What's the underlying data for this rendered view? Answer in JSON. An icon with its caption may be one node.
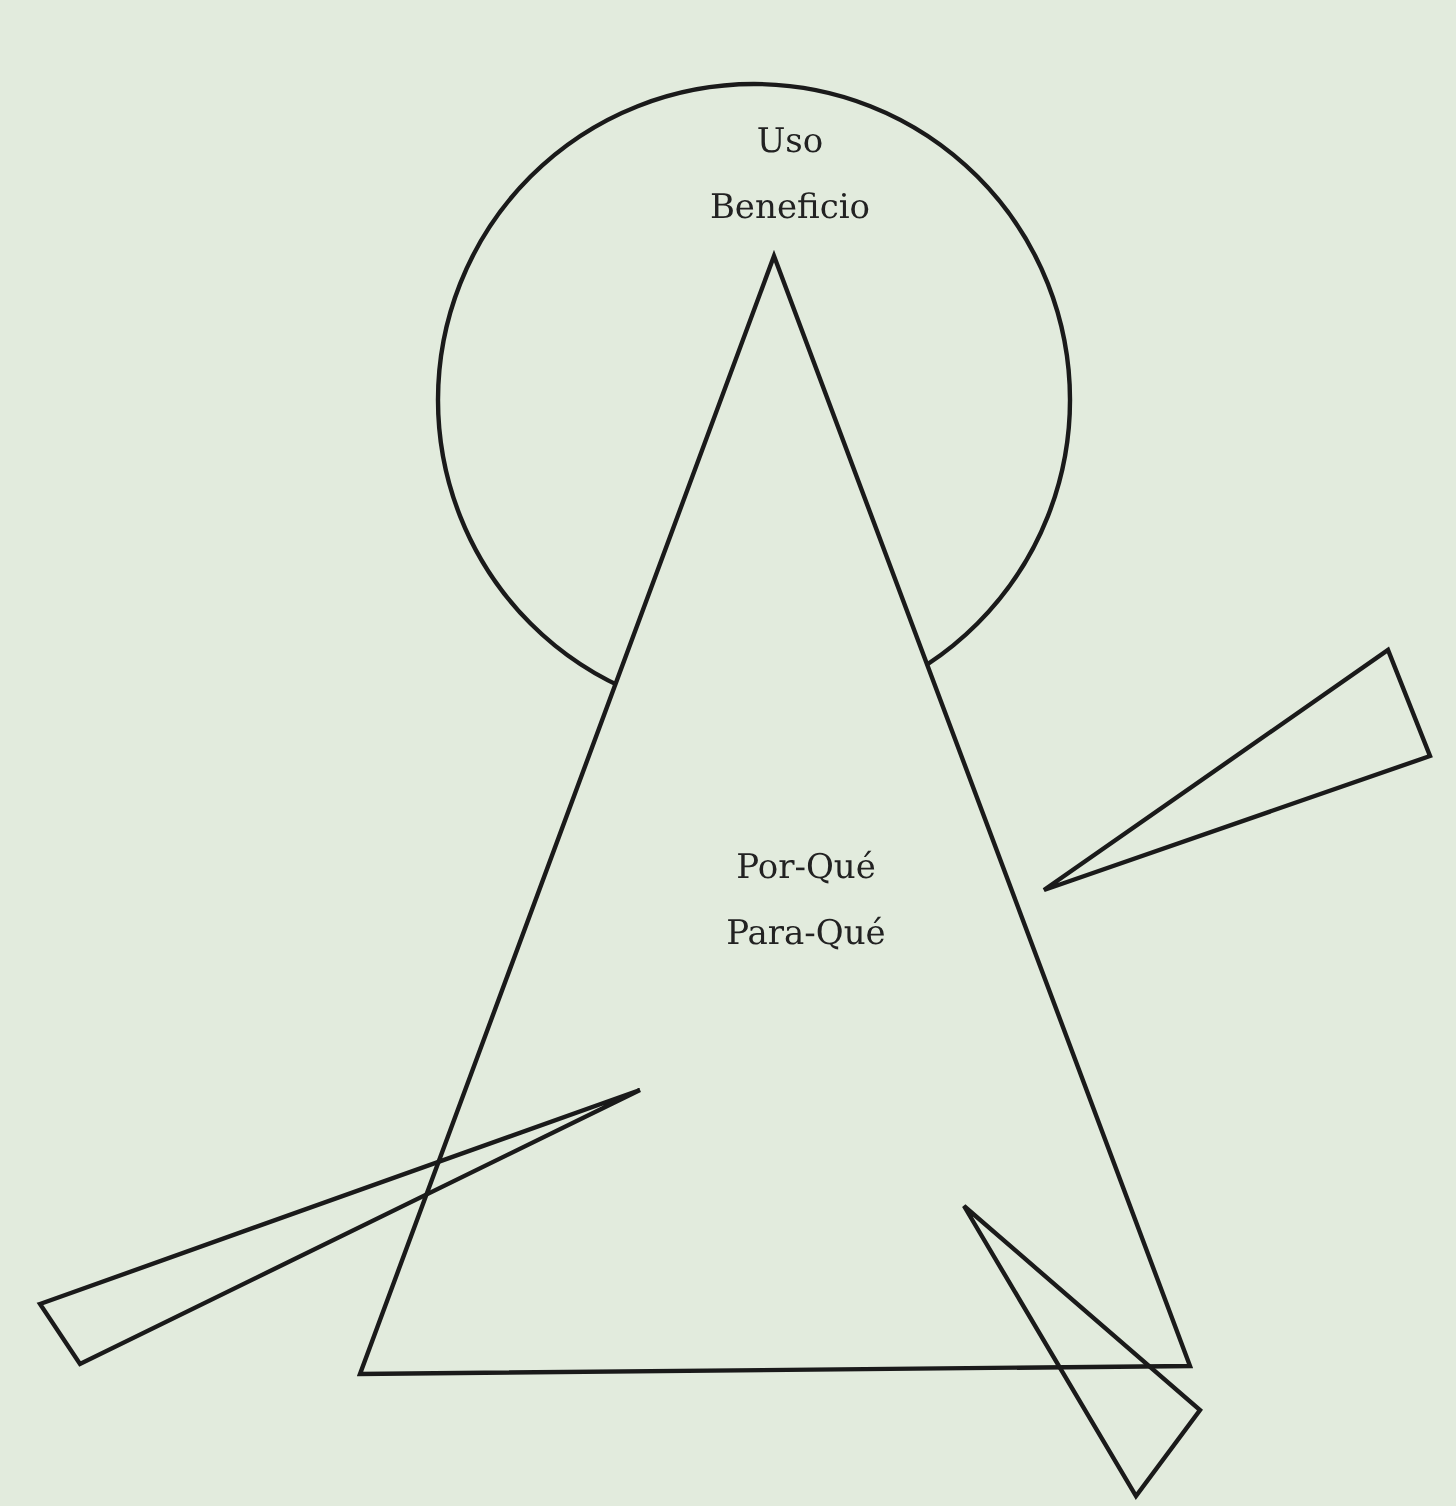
{
  "diagram": {
    "nodes": [
      {
        "text": [
          "Uso Beneficio"
        ]
      },
      {
        "text": [
          "Por-Qué Para-Qué"
        ]
      },
      {
        "text": [],
        "shape": "triangle"
      },
      {
        "text": [],
        "shape": "triangle"
      },
      {
        "text": [],
        "shape": "triangle"
      }
    ]
  }
}
